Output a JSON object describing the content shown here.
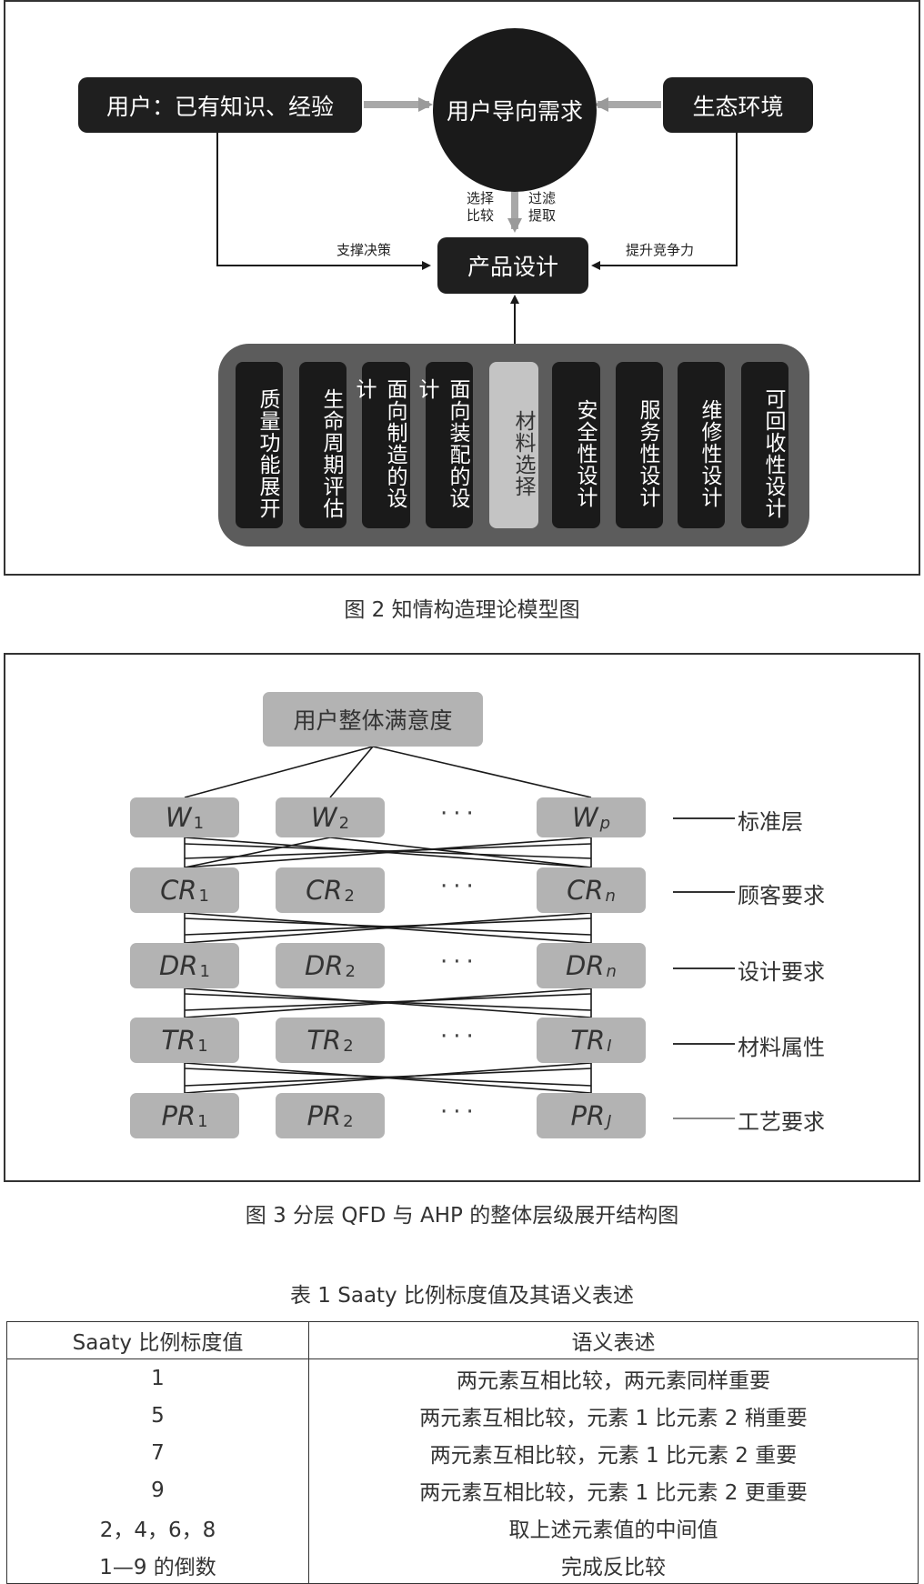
{
  "fig2": {
    "user_box": "用户：已有知识、经验",
    "circle": "用户导向需求",
    "eco_box": "生态环境",
    "product_box": "产品设计",
    "label_select": [
      "选择",
      "比较"
    ],
    "label_filter": [
      "过滤",
      "提取"
    ],
    "label_support": "支撑决策",
    "label_compete": "提升竞争力",
    "columns": [
      "质量功能展开",
      "生命周期评估",
      "面向制造的设计",
      "面向装配的设计",
      "材料选择",
      "安全性设计",
      "服务性设计",
      "维修性设计",
      "可回收性设计"
    ],
    "caption": "图 2 知情构造理论模型图"
  },
  "fig3": {
    "top": "用户整体满意度",
    "rows": [
      {
        "prefix": "W",
        "subs": [
          "1",
          "2",
          "p"
        ],
        "label": "标准层"
      },
      {
        "prefix": "CR",
        "subs": [
          "1",
          "2",
          "n"
        ],
        "label": "顾客要求"
      },
      {
        "prefix": "DR",
        "subs": [
          "1",
          "2",
          "n"
        ],
        "label": "设计要求"
      },
      {
        "prefix": "TR",
        "subs": [
          "1",
          "2",
          "I"
        ],
        "label": "材料属性"
      },
      {
        "prefix": "PR",
        "subs": [
          "1",
          "2",
          "J"
        ],
        "label": "工艺要求"
      }
    ],
    "dots": "···",
    "caption": "图 3 分层 QFD 与 AHP 的整体层级展开结构图"
  },
  "table1": {
    "caption": "表 1 Saaty 比例标度值及其语义表述",
    "headers": [
      "Saaty 比例标度值",
      "语义表述"
    ],
    "rows": [
      [
        "1",
        "两元素互相比较，两元素同样重要"
      ],
      [
        "5",
        "两元素互相比较，元素 1 比元素 2 稍重要"
      ],
      [
        "7",
        "两元素互相比较，元素 1 比元素 2 重要"
      ],
      [
        "9",
        "两元素互相比较，元素 1 比元素 2 更重要"
      ],
      [
        "2，4，6，8",
        "取上述元素值的中间值"
      ],
      [
        "1—9 的倒数",
        "完成反比较"
      ]
    ]
  }
}
